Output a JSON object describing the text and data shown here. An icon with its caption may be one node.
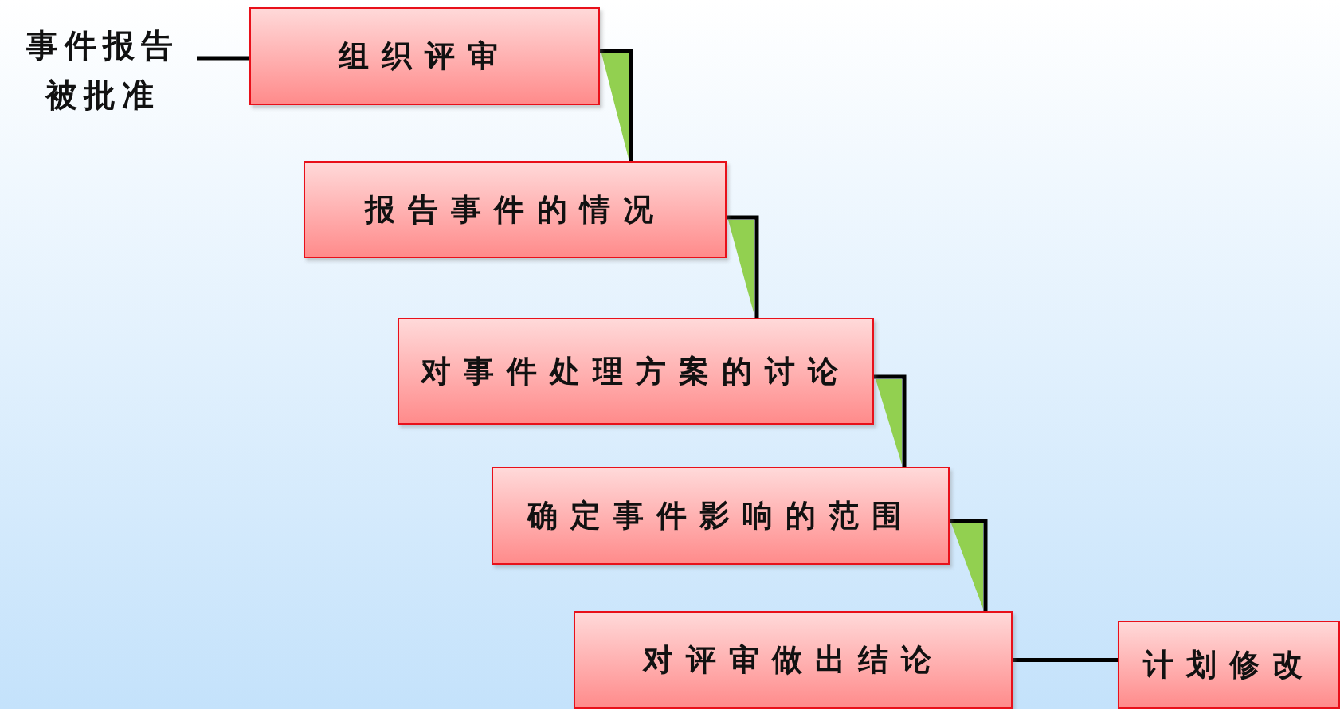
{
  "diagram": {
    "nodes": [
      {
        "text": [
          "事件报告被批准"
        ]
      },
      {
        "text": [
          "组织评审"
        ]
      },
      {
        "text": [
          "报告事件的情况"
        ]
      },
      {
        "text": [
          "对事件处理方案的讨论"
        ]
      },
      {
        "text": [
          "确定事件影响的范围"
        ]
      },
      {
        "text": [
          "对评审做出结论"
        ]
      },
      {
        "text": [
          "计划修改"
        ]
      }
    ],
    "edges": [
      {
        "from": 0,
        "to": 1,
        "arrow": "none"
      },
      {
        "from": 1,
        "to": 2,
        "arrow": "none"
      },
      {
        "from": 2,
        "to": 3,
        "arrow": "none"
      },
      {
        "from": 3,
        "to": 4,
        "arrow": "none"
      },
      {
        "from": 4,
        "to": 5,
        "arrow": "none"
      },
      {
        "from": 5,
        "to": 6,
        "arrow": "none"
      }
    ]
  }
}
